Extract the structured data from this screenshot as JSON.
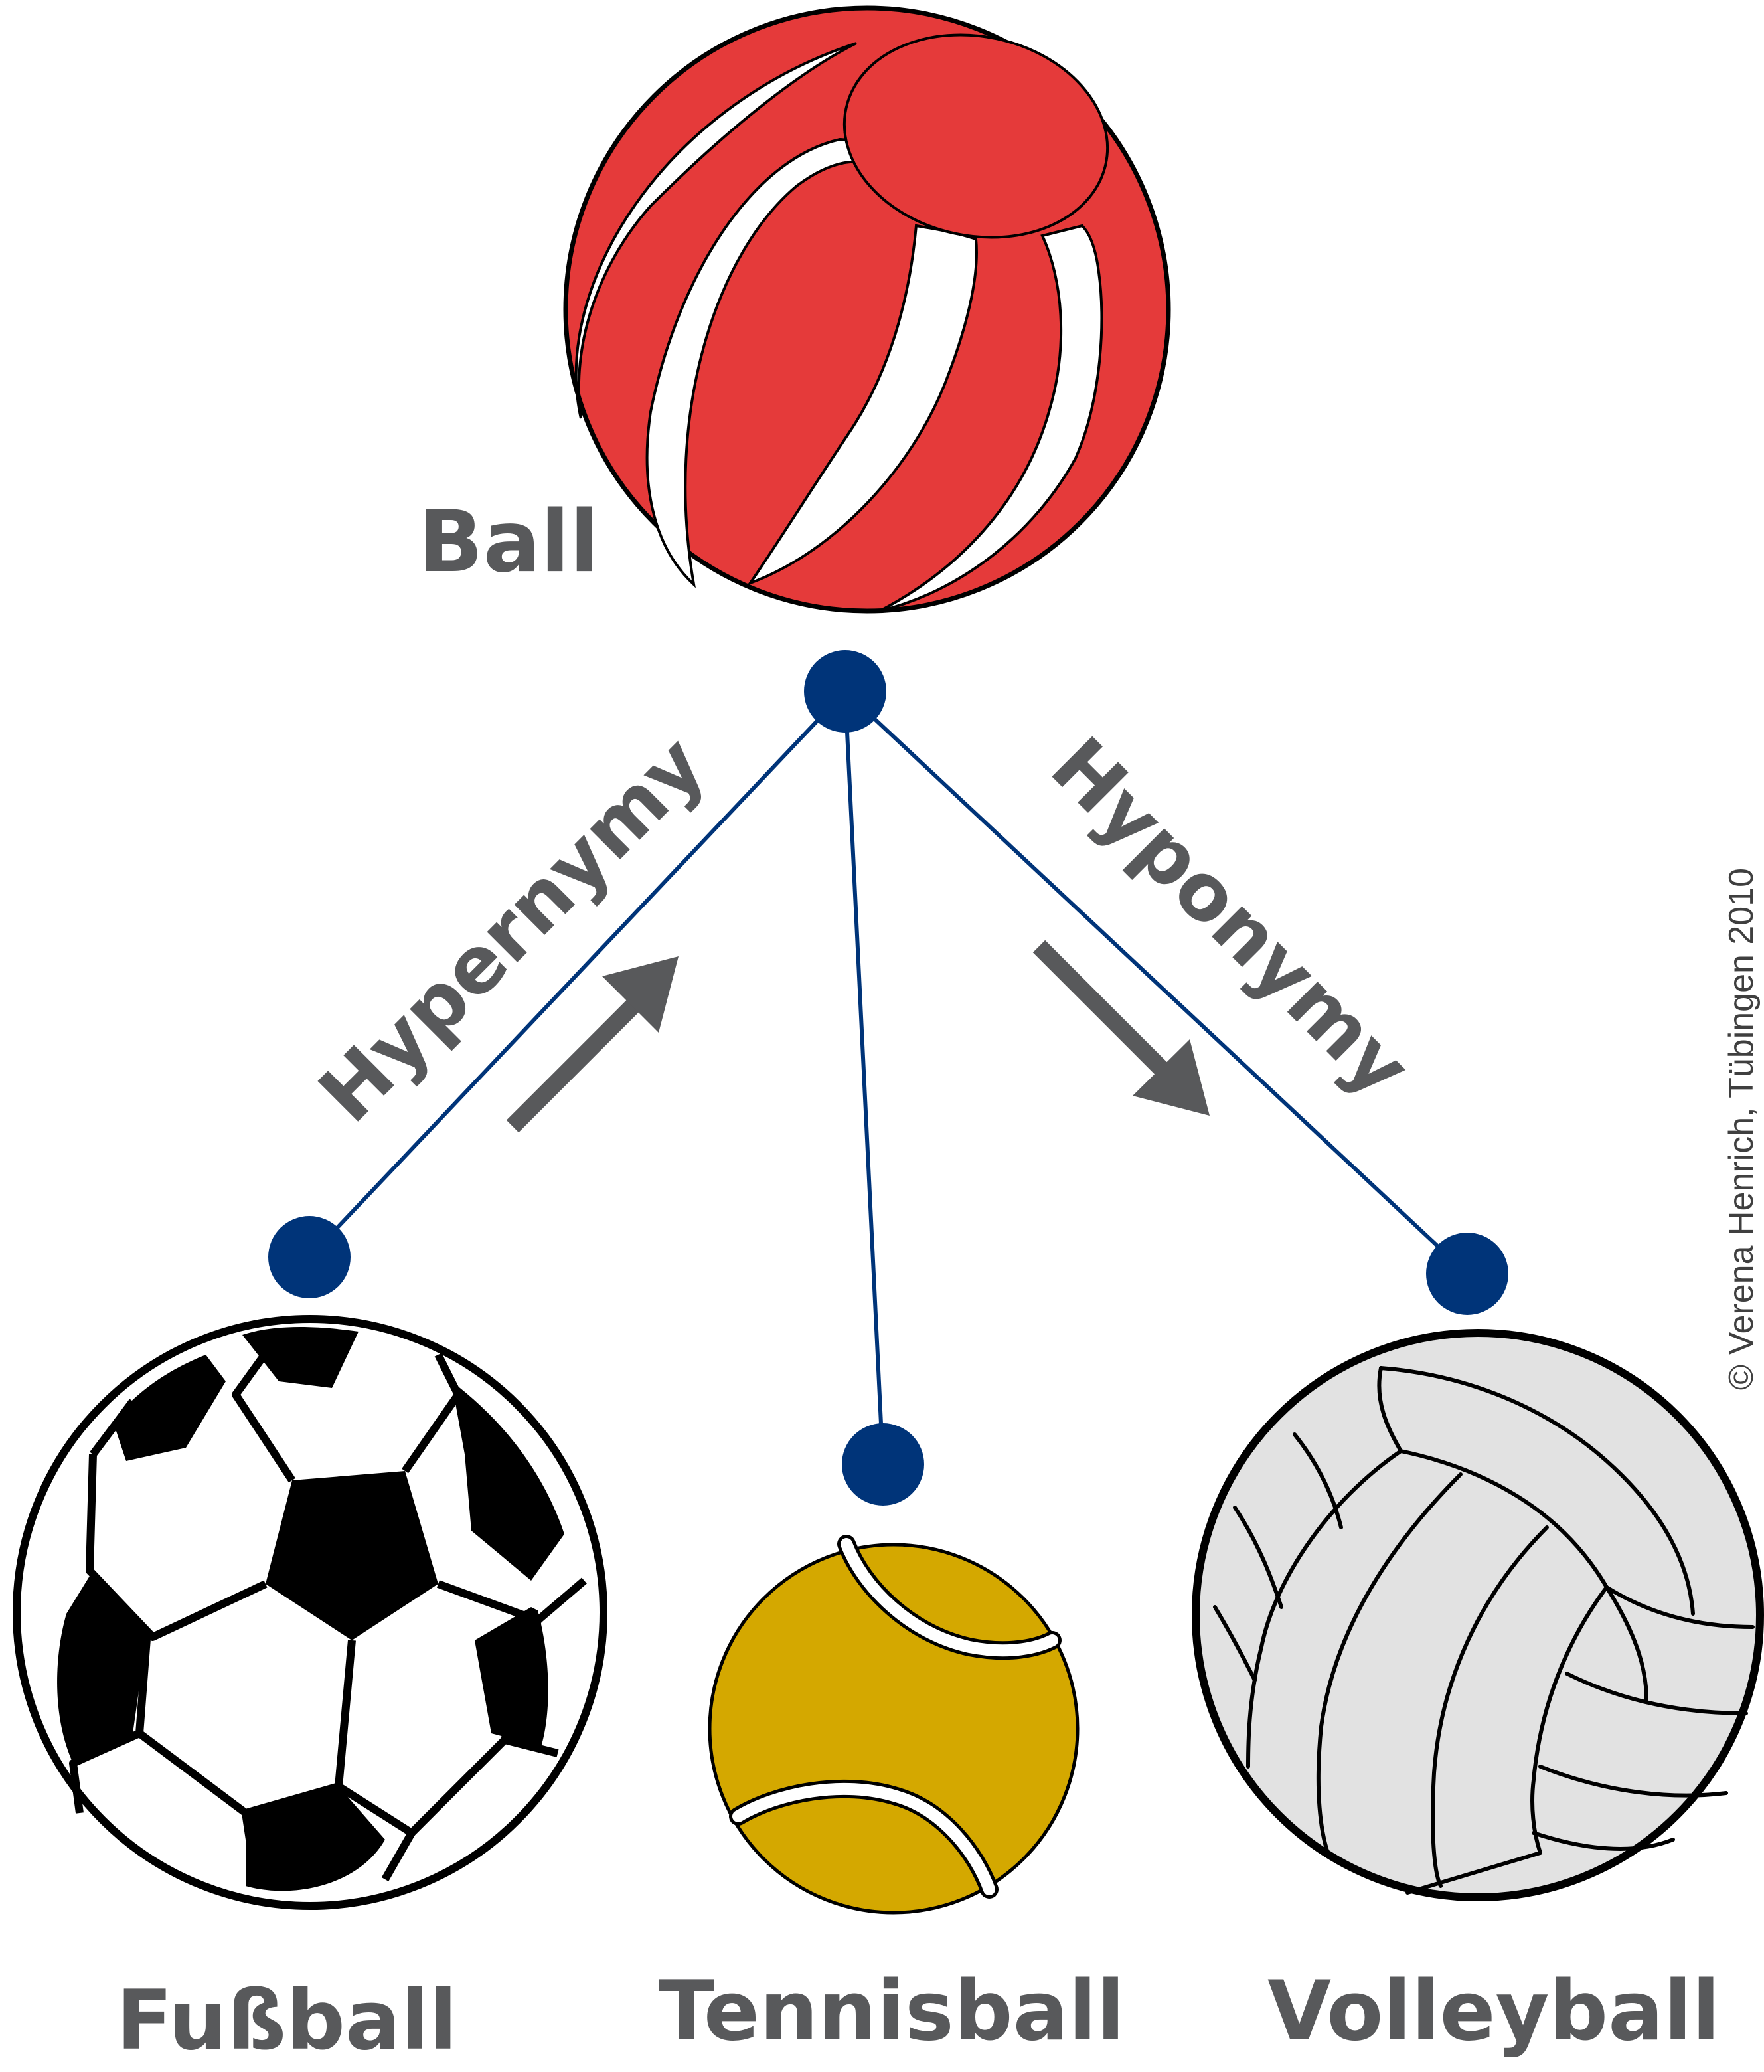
{
  "colors": {
    "label_gray": "#58595b",
    "node_navy": "#003479",
    "ball_red": "#e53a3a",
    "tennis_yellow": "#d4a800",
    "volley_gray": "#e2e2e2"
  },
  "top_node": {
    "label": "Ball",
    "icon": "beach-ball-icon"
  },
  "relations": {
    "left": "Hypernymy",
    "right": "Hyponymy"
  },
  "children": [
    {
      "label": "Fußball",
      "icon": "soccer-ball-icon"
    },
    {
      "label": "Tennisball",
      "icon": "tennis-ball-icon"
    },
    {
      "label": "Volleyball",
      "icon": "volleyball-icon"
    }
  ],
  "copyright": "© Verena Henrich, Tübingen  2010"
}
